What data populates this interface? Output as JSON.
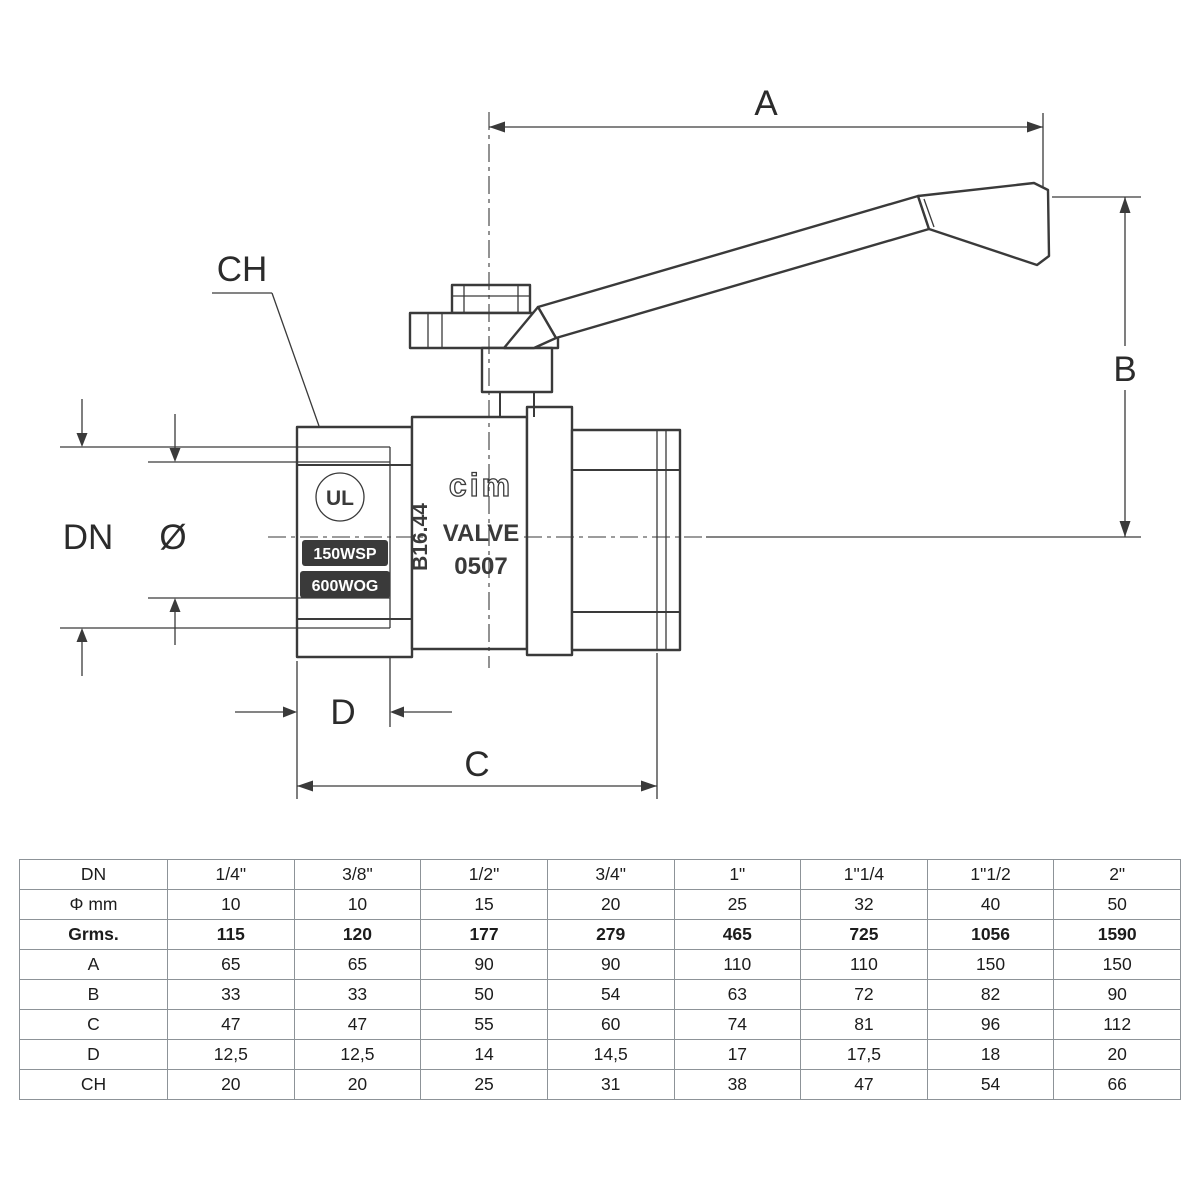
{
  "drawing": {
    "dims": {
      "a": "A",
      "b": "B",
      "c": "C",
      "d": "D",
      "ch": "CH",
      "dn": "DN",
      "diameter": "Ø"
    },
    "markings": {
      "cert": "UL",
      "pressure_rating_1": "150WSP",
      "pressure_rating_2": "600WOG",
      "standard": "B16.44",
      "brand": "cim",
      "product": "VALVE",
      "code": "0507"
    },
    "colors": {
      "ink": "#3a3a3a",
      "rating_box": "#3a3a3a",
      "background": "#ffffff"
    }
  },
  "table": {
    "rows": [
      {
        "key": "dn",
        "label": "DN",
        "bold": false,
        "values": [
          "1/4\"",
          "3/8\"",
          "1/2\"",
          "3/4\"",
          "1\"",
          "1\"1/4",
          "1\"1/2",
          "2\""
        ]
      },
      {
        "key": "phi-mm",
        "label": "Φ mm",
        "bold": false,
        "values": [
          "10",
          "10",
          "15",
          "20",
          "25",
          "32",
          "40",
          "50"
        ]
      },
      {
        "key": "grms",
        "label": "Grms.",
        "bold": true,
        "values": [
          "115",
          "120",
          "177",
          "279",
          "465",
          "725",
          "1056",
          "1590"
        ]
      },
      {
        "key": "a",
        "label": "A",
        "bold": false,
        "values": [
          "65",
          "65",
          "90",
          "90",
          "110",
          "110",
          "150",
          "150"
        ]
      },
      {
        "key": "b",
        "label": "B",
        "bold": false,
        "values": [
          "33",
          "33",
          "50",
          "54",
          "63",
          "72",
          "82",
          "90"
        ]
      },
      {
        "key": "c",
        "label": "C",
        "bold": false,
        "values": [
          "47",
          "47",
          "55",
          "60",
          "74",
          "81",
          "96",
          "112"
        ]
      },
      {
        "key": "d",
        "label": "D",
        "bold": false,
        "values": [
          "12,5",
          "12,5",
          "14",
          "14,5",
          "17",
          "17,5",
          "18",
          "20"
        ]
      },
      {
        "key": "ch",
        "label": "CH",
        "bold": false,
        "values": [
          "20",
          "20",
          "25",
          "31",
          "38",
          "47",
          "54",
          "66"
        ]
      }
    ]
  }
}
